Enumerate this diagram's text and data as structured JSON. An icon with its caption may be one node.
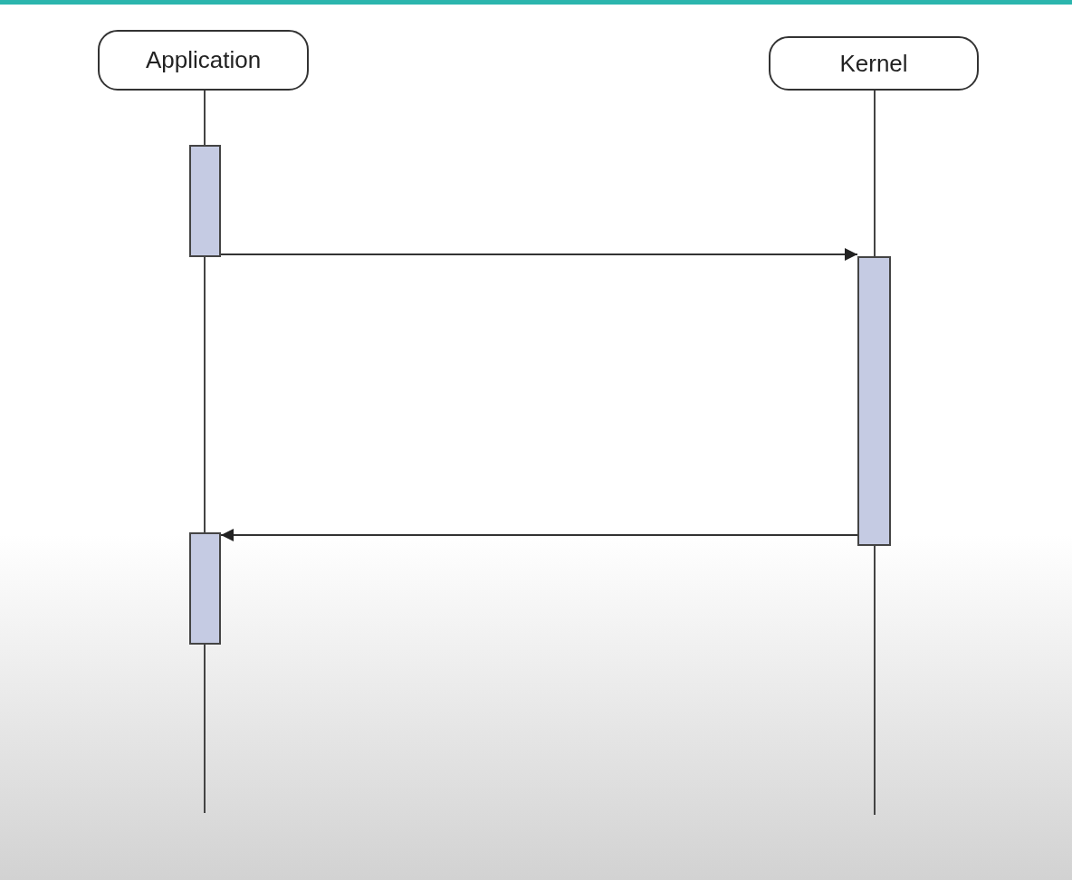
{
  "diagram": {
    "nodes": [
      {
        "text": [
          "Application"
        ]
      },
      {
        "text": [
          "Kernel"
        ]
      },
      {
        "text": [],
        "shape": "bar"
      },
      {
        "text": [],
        "shape": "bar"
      },
      {
        "text": [],
        "shape": "bar"
      }
    ],
    "edges": [
      {
        "from": 2,
        "to": 3,
        "arrow": "to"
      },
      {
        "from": 3,
        "to": 4,
        "arrow": "to"
      }
    ]
  }
}
